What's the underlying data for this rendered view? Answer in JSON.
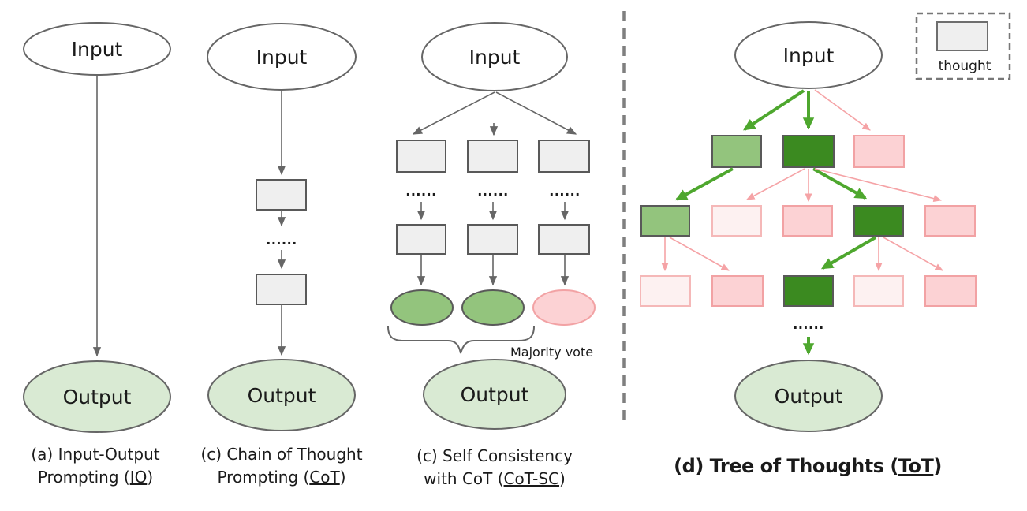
{
  "figure": {
    "description": "Schematic comparison of prompting approaches: IO, CoT, CoT-SC and Tree of Thoughts"
  },
  "colors": {
    "ink": "#1a1a1a",
    "line-gray": "#666666",
    "node-stroke": "#595959",
    "gray-fill": "#efefef",
    "green-output": "#d9ead3",
    "green-medium": "#93c47d",
    "green-dark": "#3b8a20",
    "arrow-green": "#4ea72e",
    "pink-fill": "#fcd2d4",
    "pink-pale": "#fdf1f1",
    "pink-stroke": "#f2a2a4",
    "pink-stroke-light": "#f5b8b8",
    "arrow-pink": "#f5a3a6",
    "divider-gray": "#7f7f7f"
  },
  "labels": {
    "input": "Input",
    "output": "Output",
    "dots": "......",
    "majority_vote": "Majority vote",
    "thought": "thought"
  },
  "captions": {
    "io": {
      "line1": "(a) Input-Output",
      "line2_pre": "Prompting (",
      "line2_underlined": "IO",
      "line2_post": ")"
    },
    "cot": {
      "line1": "(c) Chain of Thought",
      "line2_pre": "Prompting (",
      "line2_underlined": "CoT",
      "line2_post": ")"
    },
    "cot_sc": {
      "line1": "(c) Self Consistency",
      "line2_pre": "with CoT (",
      "line2_underlined": "CoT-SC",
      "line2_post": ")"
    },
    "tot": {
      "pre": "(d) Tree of Thoughts (",
      "underlined": "ToT",
      "post": ")"
    }
  }
}
